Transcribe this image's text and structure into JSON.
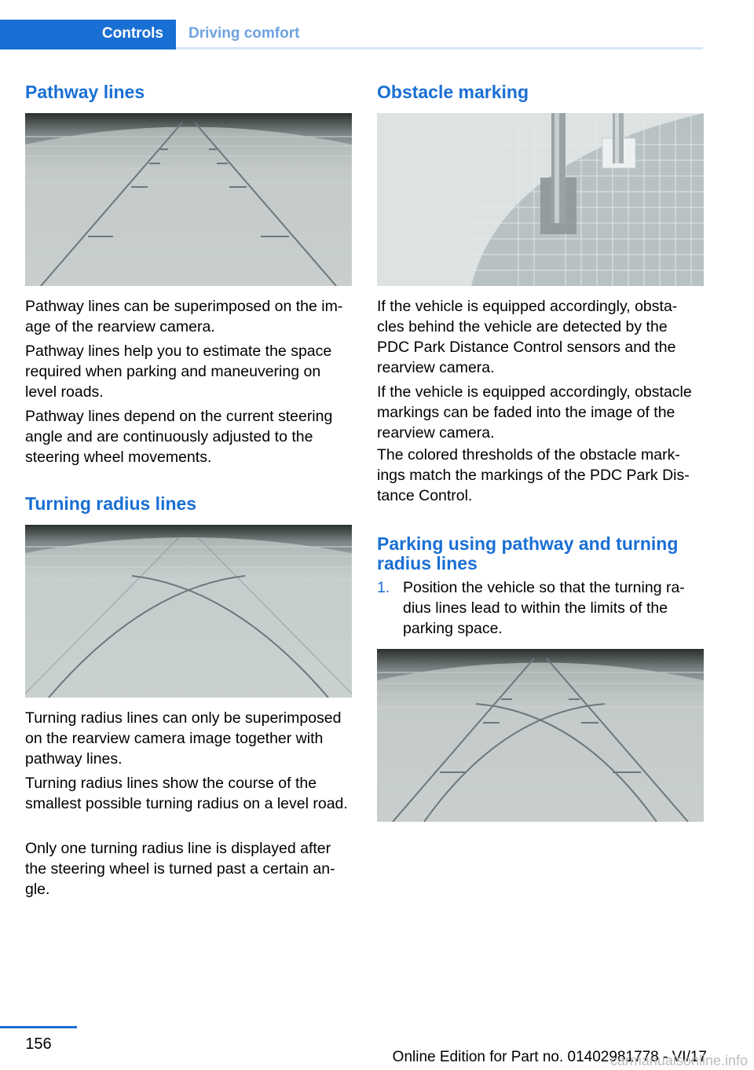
{
  "header": {
    "tab_active": "Controls",
    "tab_inactive": "Driving comfort"
  },
  "left": {
    "pathway": {
      "heading": "Pathway lines",
      "paragraphs": [
        "Pathway lines can be superimposed on the im-age of the rearview camera.",
        "Pathway lines help you to estimate the space required when parking and maneuvering on level roads.",
        "Pathway lines depend on the current steering angle and are continuously adjusted to the steering wheel movements."
      ]
    },
    "turning": {
      "heading": "Turning radius lines",
      "paragraphs": [
        "Turning radius lines can only be superimposed on the rearview camera image together with pathway lines.",
        "Turning radius lines show the course of the smallest possible turning radius on a level road.",
        "Only one turning radius line is displayed after the steering wheel is turned past a certain an-gle."
      ]
    }
  },
  "right": {
    "obstacle": {
      "heading": "Obstacle marking",
      "paragraphs": [
        "If the vehicle is equipped accordingly, obsta-cles behind the vehicle are detected by the PDC Park Distance Control sensors and the rearview camera.",
        "If the vehicle is equipped accordingly, obstacle markings can be faded into the image of the rearview camera.",
        "The colored thresholds of the obstacle mark-ings match the markings of the PDC Park Dis-tance Control."
      ]
    },
    "parking": {
      "heading": "Parking using pathway and turning radius lines",
      "steps": [
        {
          "num": "1.",
          "text": "Position the vehicle so that the turning ra-dius lines lead to within the limits of the parking space."
        }
      ]
    }
  },
  "footer": {
    "page_number": "156",
    "edition": "Online Edition for Part no. 01402981778 - VI/17",
    "watermark": "carmanualsonline.info"
  },
  "colors": {
    "accent": "#1a6fd4",
    "accent_light": "#6ea3e0"
  }
}
